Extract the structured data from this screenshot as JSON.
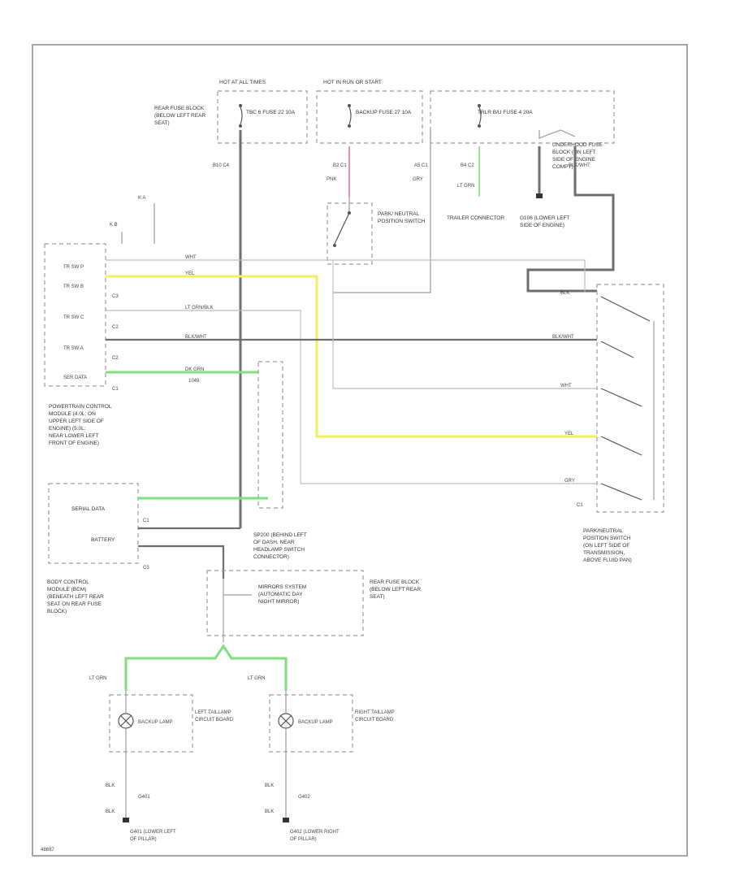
{
  "diagram": {
    "fuse_sources": [
      {
        "hot": "HOT AT ALL TIMES",
        "fuse": "TBC 6 FUSE 22 10A",
        "location": "REAR FUSE BLOCK (BELOW LEFT REAR SEAT)"
      },
      {
        "hot": "HOT IN RUN OR START",
        "fuse": "BACKUP FUSE 27 10A"
      },
      {
        "hot": "",
        "fuse": "TRLR B/U FUSE 4 20A",
        "location": "UNDERHOOD FUSE BLOCK (ON LEFT SIDE OF ENGINE COMPT)"
      }
    ],
    "connectors": {
      "c4": "B10  C4",
      "c1_a": "B2  C1",
      "c1_b": "A5  C1",
      "c2": "B4  C2",
      "wire_pnk": "PNK",
      "wire_gry": "GRY",
      "wire_ltgrn": "LT GRN",
      "wire_blkwht": "BLK/WHT"
    },
    "trailer": "TRAILER CONNECTOR",
    "pnp_switch": "PARK/ NEUTRAL POSITION SWITCH",
    "g106": "G106 (LOWER LEFT SIDE OF ENGINE)",
    "pcm": {
      "pins": [
        "TR SW P",
        "TR SW B",
        "C3",
        "TR SW C",
        "C2",
        "TR SW A",
        "C2",
        "SER DATA",
        "C1"
      ],
      "title": "POWERTRAIN CONTROL MODULE (4.0L: ON UPPER LEFT SIDE OF ENGINE) (5.0L: NEAR LOWER LEFT FRONT OF ENGINE)"
    },
    "wires_mid": [
      "WHT",
      "YEL",
      "LT GRN/BLK",
      "BLK/WHT",
      "DK GRN",
      "1049"
    ],
    "pnp_right": {
      "labels": [
        "BLK",
        "BLK/WHT",
        "WHT",
        "YEL",
        "GRY",
        "C1"
      ],
      "title": "PARK/NEUTRAL POSITION SWITCH (ON LEFT SIDE OF TRANSMISSION, ABOVE FLUID PAN)"
    },
    "bcm": {
      "rows": [
        "SERIAL DATA",
        "C1",
        "BATTERY",
        "C3"
      ],
      "title": "BODY CONTROL MODULE (BCM) (BENEATH LEFT REAR SEAT ON REAR FUSE BLOCK)"
    },
    "sp200": "SP200 (BEHIND LEFT OF DASH, NEAR HEADLAMP SWITCH CONNECTOR)",
    "mirror": "MIRRORS SYSTEM (AUTOMATIC DAY NIGHT MIRROR)",
    "rear_fuse_block": "REAR FUSE BLOCK (BELOW LEFT REAR SEAT)",
    "lamps": [
      {
        "wire": "LT GRN",
        "lamp": "BACKUP LAMP",
        "board": "LEFT TAILLAMP CIRCUIT BOARD",
        "gnd_wire": "BLK",
        "ground": "G401 (LOWER LEFT OF PILLAR)",
        "gnd_id": "G401"
      },
      {
        "wire": "LT GRN",
        "lamp": "BACKUP LAMP",
        "board": "RIGHT TAILLAMP CIRCUIT BOARD",
        "gnd_wire": "BLK",
        "ground": "G402 (LOWER RIGHT OF PILLAR)",
        "gnd_id": "G402"
      }
    ],
    "figure_id": "48697"
  }
}
